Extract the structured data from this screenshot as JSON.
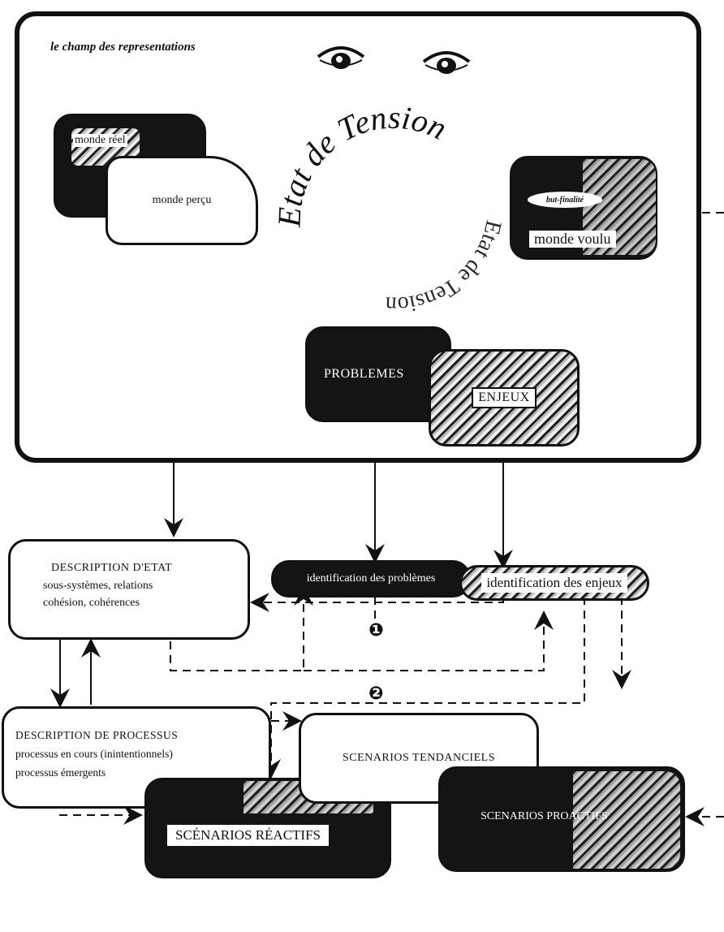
{
  "field": {
    "title": "le champ des representations"
  },
  "worlds": {
    "real": "monde réel",
    "perceived": "monde perçu",
    "wanted": "monde voulu",
    "wanted_tag": "but-finalité"
  },
  "tension": {
    "label": "Etat de Tension",
    "label_mirror": "Etat de Tension"
  },
  "problems": {
    "problems": "PROBLEMES",
    "stakes": "ENJEUX"
  },
  "identification": {
    "problems": "identification des problèmes",
    "stakes": "identification des enjeux"
  },
  "state": {
    "title": "DESCRIPTION D'ETAT",
    "line1": "sous-systèmes, relations",
    "line2": "cohésion, cohérences"
  },
  "process": {
    "title": "DESCRIPTION DE PROCESSUS",
    "line1": "processus en cours (inintentionnels)",
    "line2": "processus émergents"
  },
  "scenarios": {
    "trend": "SCENARIOS TENDANCIELS",
    "reactive": "SCÉNARIOS RÉACTIFS",
    "proactive": "SCENARIOS PROACTIFS"
  },
  "markers": {
    "one": "❶",
    "two": "❷"
  },
  "colors": {
    "ink": "#111111",
    "paper": "#ffffff",
    "hatch": "#bbbbbb"
  }
}
